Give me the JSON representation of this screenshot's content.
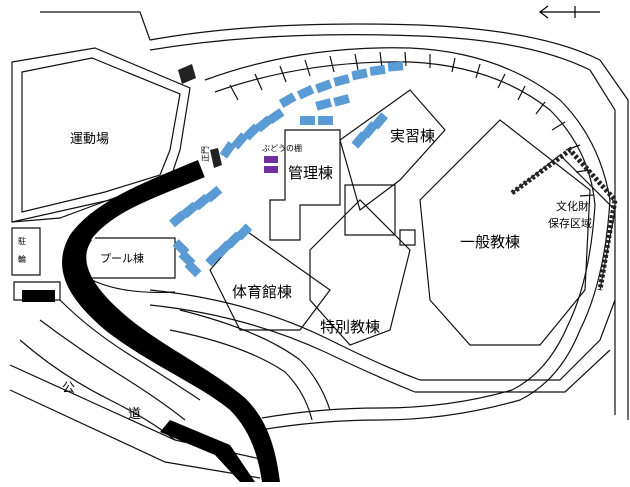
{
  "labels": {
    "playground": "運動場",
    "pool": "プール棟",
    "gym": "体育館棟",
    "admin": "管理棟",
    "practice": "実習棟",
    "general": "一般教棟",
    "special": "特別教棟",
    "cultural_1": "文化財",
    "cultural_2": "保存区域",
    "arbor": "ぶどうの棚",
    "public_road_1": "公",
    "public_road_2": "道",
    "main_gate": "正門",
    "sign_1": "駐",
    "sign_2": "輪"
  },
  "legend": {
    "parking_color": "#5b9bd5",
    "arbor_color": "#7030a0",
    "road_color": "#000000"
  },
  "icons": {
    "north_arrow": "north-arrow-icon"
  }
}
